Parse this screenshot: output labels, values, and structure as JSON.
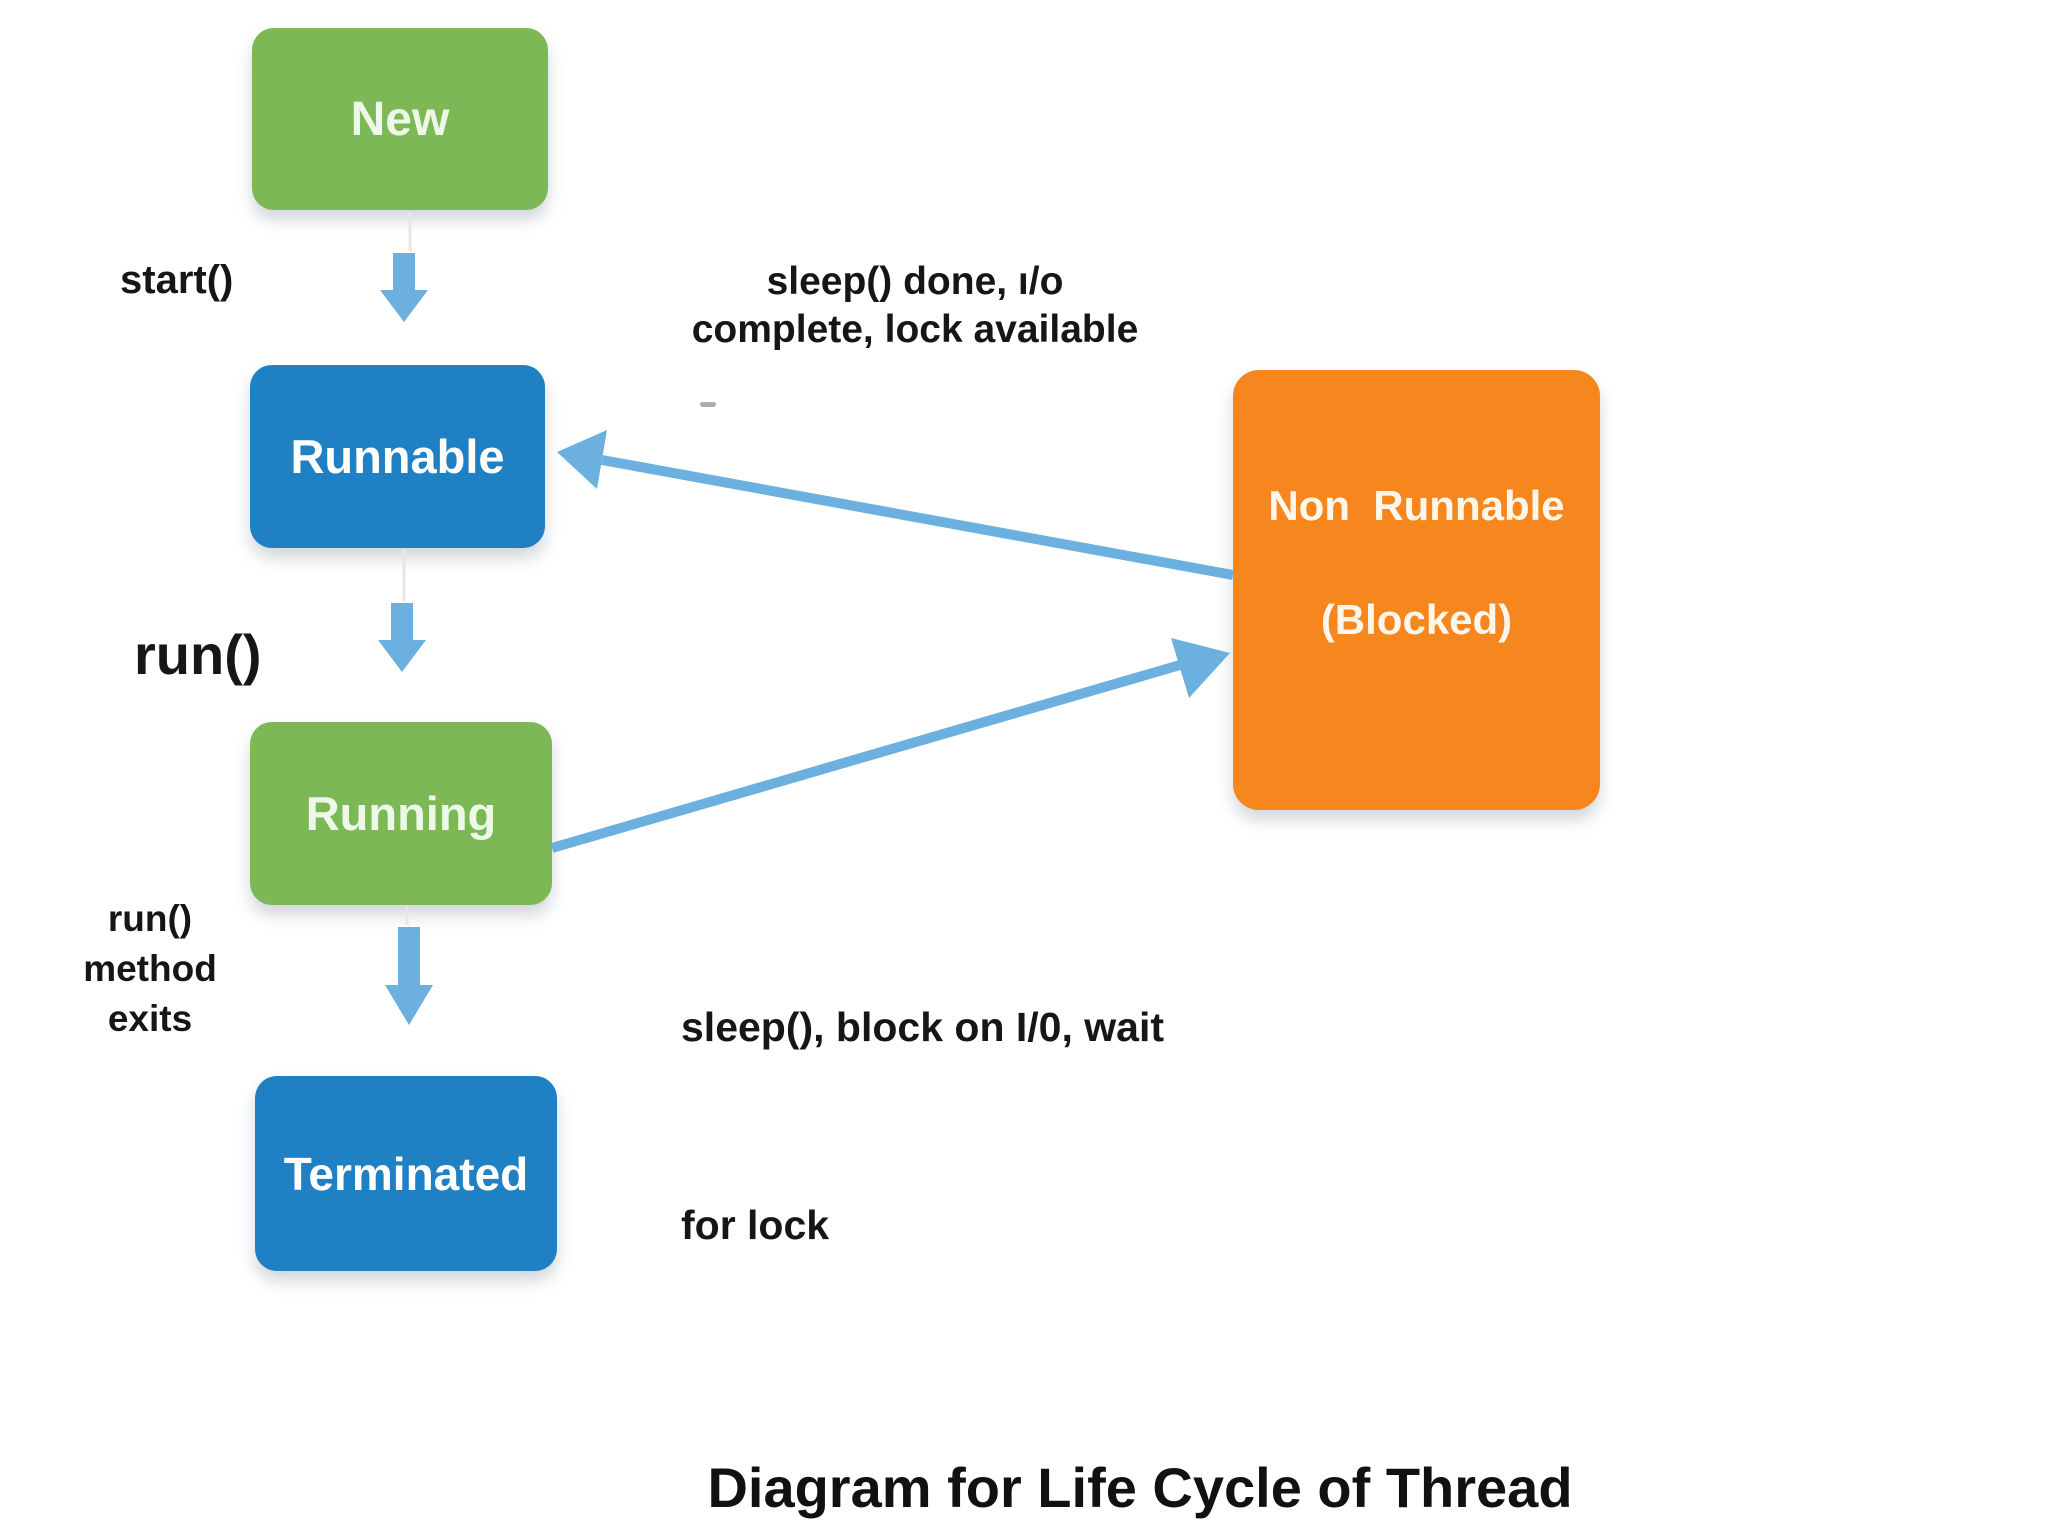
{
  "title": "Diagram for Life Cycle of Thread",
  "states": {
    "new": {
      "label": "New"
    },
    "runnable": {
      "label": "Runnable"
    },
    "running": {
      "label": "Running"
    },
    "terminated": {
      "label": "Terminated"
    },
    "non_runnable": {
      "label": "Non  Runnable",
      "sublabel": "(Blocked)"
    }
  },
  "transitions": {
    "start": "start()",
    "run": "run()",
    "exit_line1": "run() method",
    "exit_line2": "exits",
    "unblock_line1": "sleep() done, ı/o",
    "unblock_line2": "complete, lock available",
    "block_line1": "sleep(), block on I/0, wait",
    "block_line2": "for lock"
  },
  "colors": {
    "state-green": "#7cb956",
    "state-blue": "#1f81c3",
    "state-orange": "#f6871f",
    "arrow-blue": "#6cb0df",
    "label-black": "#161616",
    "background": "#ffffff"
  }
}
